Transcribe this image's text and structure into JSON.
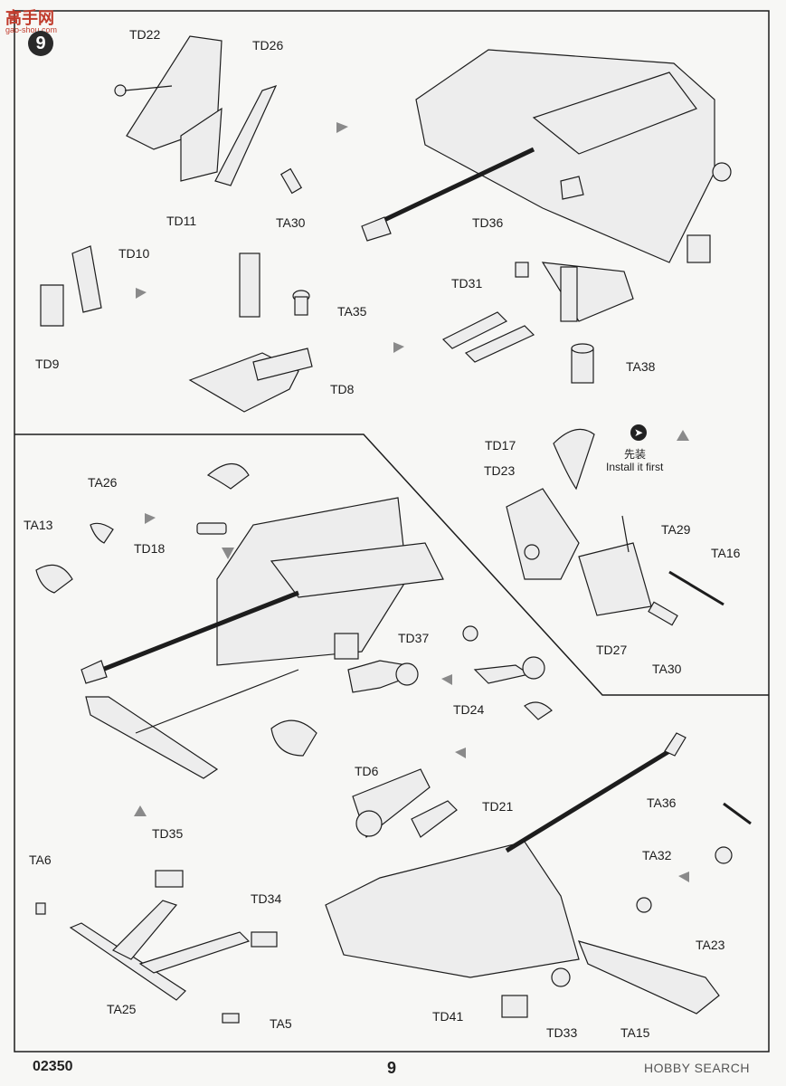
{
  "watermark": {
    "brand_text": "高手网",
    "brand_url": "gao-shou.com",
    "footer_site": "HOBBY SEARCH"
  },
  "step_number": "9",
  "footer": {
    "product_code": "02350",
    "page_number": "9"
  },
  "install_note": {
    "zh": "先装",
    "en": "Install it first"
  },
  "part_labels": {
    "TD22": "TD22",
    "TD26": "TD26",
    "TD11": "TD11",
    "TA30": "TA30",
    "TD36": "TD36",
    "TD10": "TD10",
    "TD9": "TD9",
    "TA35": "TA35",
    "TD8": "TD8",
    "TD31": "TD31",
    "TA38": "TA38",
    "TD17": "TD17",
    "TD23": "TD23",
    "TA29": "TA29",
    "TA16": "TA16",
    "TD27": "TD27",
    "TA30b": "TA30",
    "TA26": "TA26",
    "TA13": "TA13",
    "TD18": "TD18",
    "TD37": "TD37",
    "TD24": "TD24",
    "TD6": "TD6",
    "TD21": "TD21",
    "TA36": "TA36",
    "TA32": "TA32",
    "TD35": "TD35",
    "TA6": "TA6",
    "TD34": "TD34",
    "TA25": "TA25",
    "TA5": "TA5",
    "TA23": "TA23",
    "TD41": "TD41",
    "TD33": "TD33",
    "TA15": "TA15"
  },
  "colors": {
    "line": "#1d1d1d",
    "part_fill": "#ededed",
    "arrow": "#8a8a8a",
    "brand": "#c03a2b"
  }
}
